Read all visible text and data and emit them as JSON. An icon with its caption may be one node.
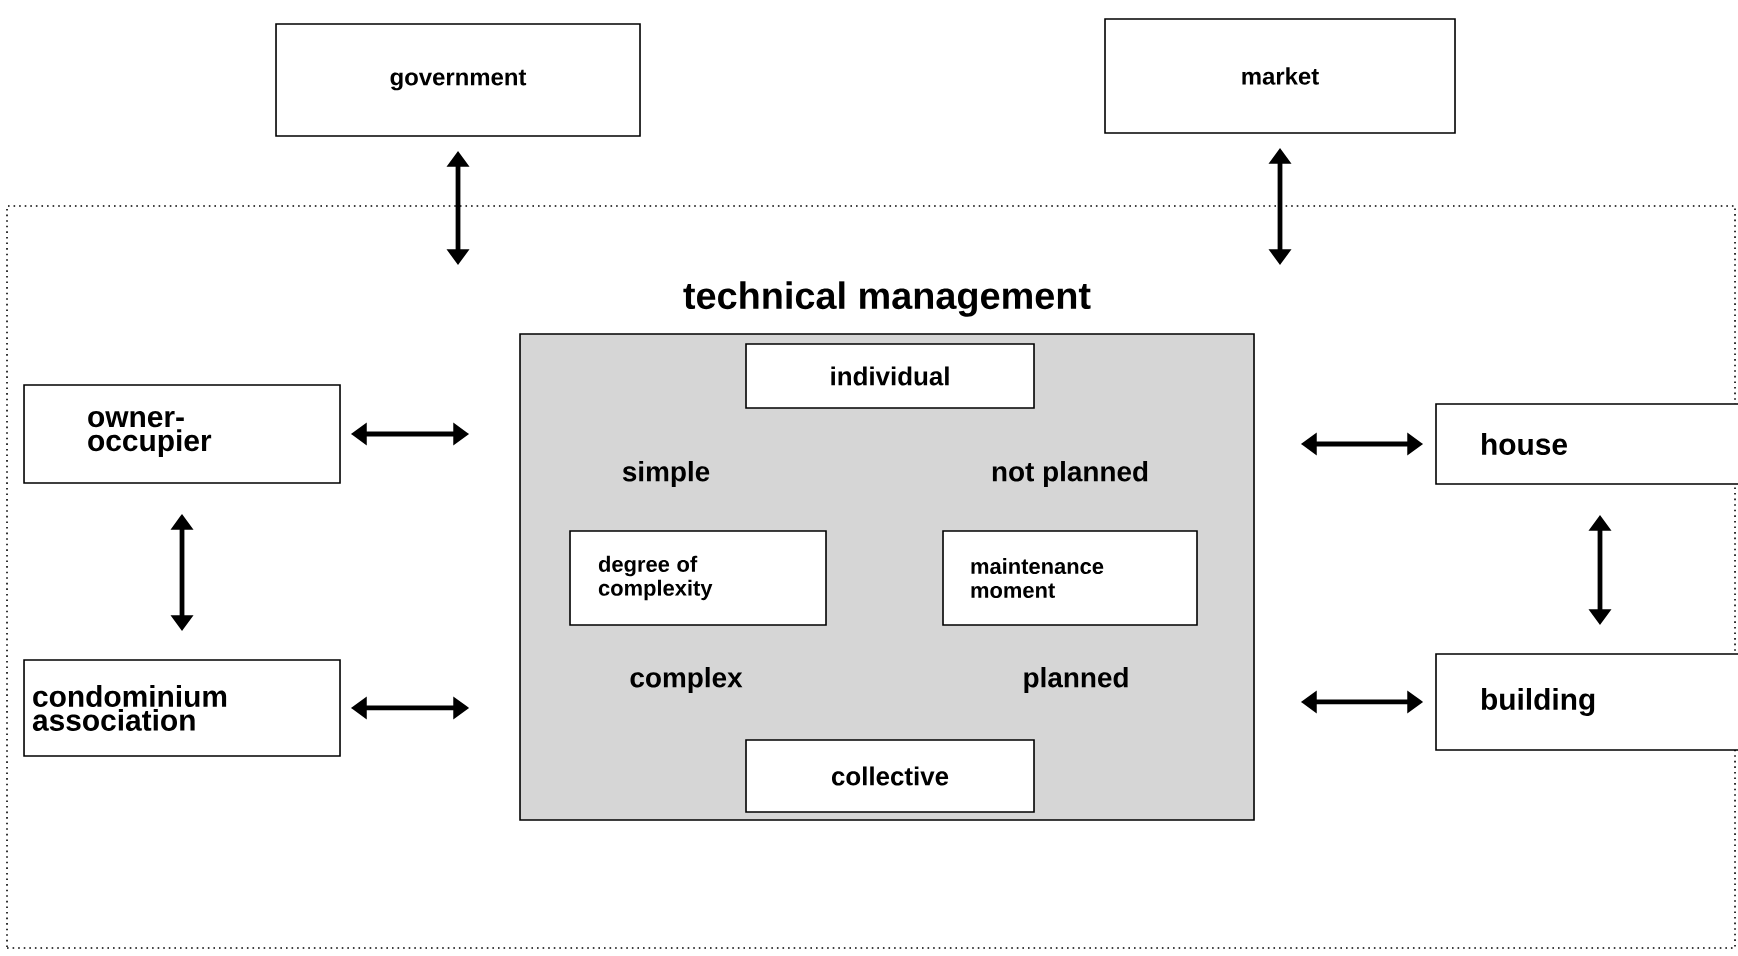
{
  "diagram": {
    "nodes": [
      {
        "text": [
          "government"
        ]
      },
      {
        "text": [
          "market"
        ]
      },
      {
        "text": [],
        "shape": "box"
      },
      {
        "text": [
          "technical management"
        ],
        "in": 2
      },
      {
        "text": [
          "individual"
        ],
        "in": 3
      },
      {
        "text": [
          "degree of complexity"
        ],
        "in": 3
      },
      {
        "text": [
          "maintenance moment"
        ],
        "in": 3
      },
      {
        "text": [
          "collective"
        ],
        "in": 3
      },
      {
        "text": [
          "owner-occupier"
        ],
        "in": 2
      },
      {
        "text": [
          "condominium association"
        ],
        "in": 2
      },
      {
        "text": [
          "house"
        ],
        "in": 2
      },
      {
        "text": [
          "building"
        ],
        "in": 2
      }
    ],
    "edges": [
      {
        "from": 0,
        "to": 2,
        "arrow": "both"
      },
      {
        "from": 1,
        "to": 2,
        "arrow": "both"
      },
      {
        "from": 8,
        "to": 3,
        "arrow": "both"
      },
      {
        "from": 8,
        "to": 9,
        "arrow": "both"
      },
      {
        "from": 9,
        "to": 3,
        "arrow": "both"
      },
      {
        "from": 10,
        "to": 3,
        "arrow": "both"
      },
      {
        "from": 10,
        "to": 11,
        "arrow": "both"
      },
      {
        "from": 11,
        "to": 3,
        "arrow": "both"
      }
    ],
    "labels": [
      "simple",
      "not planned",
      "complex",
      "planned"
    ]
  }
}
